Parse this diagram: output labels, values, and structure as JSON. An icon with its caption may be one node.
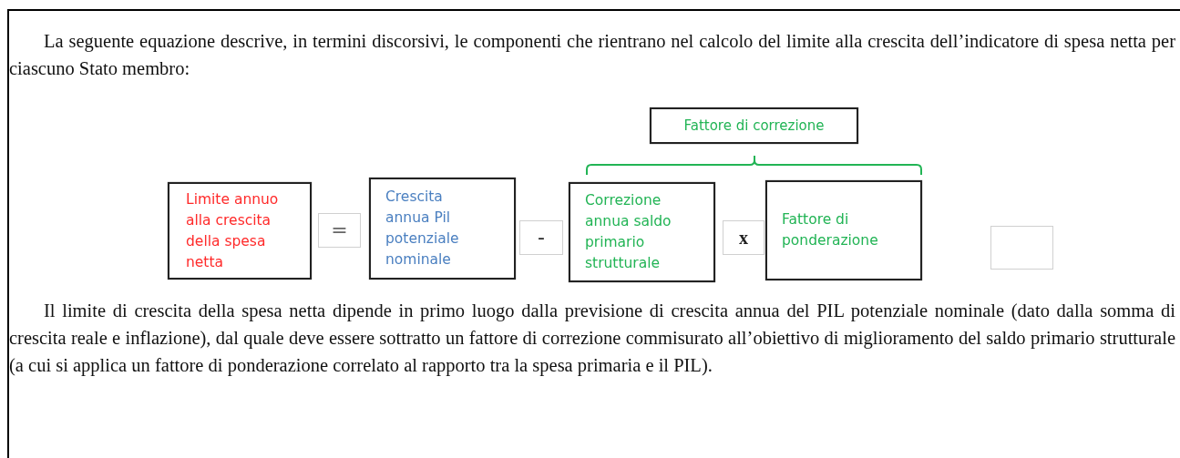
{
  "diagram": {
    "nodes": [
      {
        "text": [
          "Limite annuo alla crescita della spesa netta"
        ]
      },
      {
        "text": [
          "="
        ]
      },
      {
        "text": [
          "Crescita annua Pil potenziale nominale"
        ]
      },
      {
        "text": [
          "-"
        ]
      },
      {
        "text": [
          "Correzione annua saldo primario strutturale"
        ]
      },
      {
        "text": [
          "x"
        ]
      },
      {
        "text": [
          "Fattore di ponderazione"
        ]
      },
      {
        "text": [
          "Fattore di correzione"
        ]
      },
      {
        "text": [],
        "shape": "box"
      }
    ],
    "labels": [
      "La seguente equazione descrive, in termini discorsivi, le componenti che rientrano nel calcolo del limite alla crescita dell’indicatore di spesa netta per ciascuno Stato membro:",
      "Il limite di crescita della spesa netta dipende in primo luogo dalla previsione di crescita annua del PIL potenziale nominale (dato dalla somma di crescita reale e inflazione), dal quale deve essere sottratto un fattore di correzione commisurato all’obiettivo di miglioramento del saldo primario strutturale (a cui si applica un fattore di ponderazione correlato al rapporto tra la spesa primaria e il PIL)."
    ]
  }
}
